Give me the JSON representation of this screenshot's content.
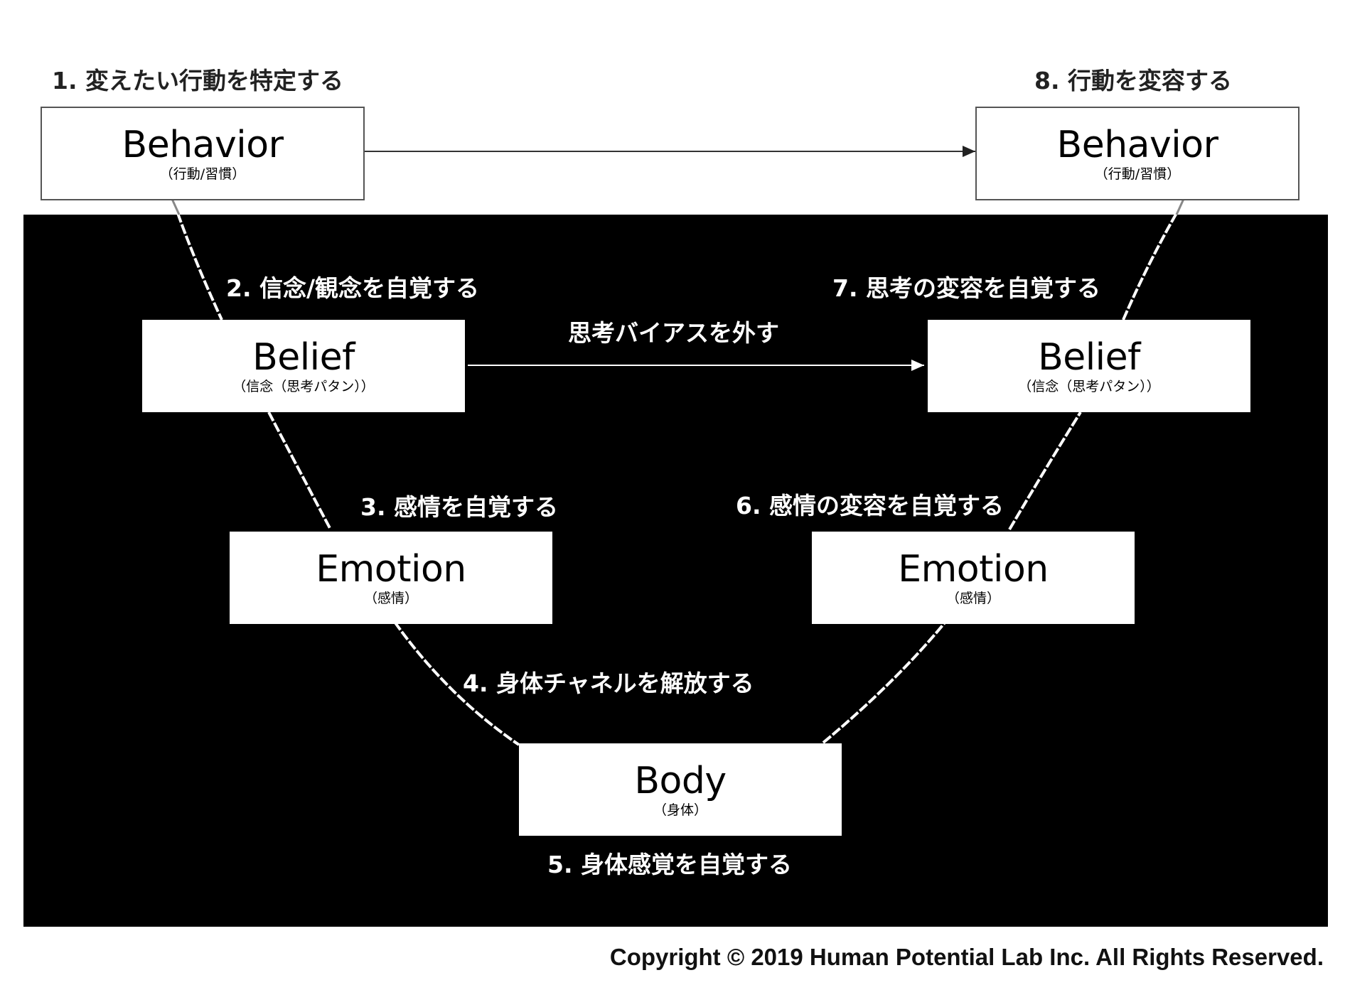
{
  "steps": {
    "s1": "1. 変えたい行動を特定する",
    "s2": "2. 信念/観念を自覚する",
    "s3": "3. 感情を自覚する",
    "s4": "4. 身体チャネルを解放する",
    "s5": "5. 身体感覚を自覚する",
    "s6": "6. 感情の変容を自覚する",
    "s7": "7. 思考の変容を自覚する",
    "s8": "8. 行動を変容する"
  },
  "arrow_label": "思考バイアスを外す",
  "nodes": {
    "behavior_left": {
      "title": "Behavior",
      "subtitle": "（行動/習慣）"
    },
    "belief_left": {
      "title": "Belief",
      "subtitle": "（信念（思考パタン））"
    },
    "emotion_left": {
      "title": "Emotion",
      "subtitle": "（感情）"
    },
    "body": {
      "title": "Body",
      "subtitle": "（身体）"
    },
    "emotion_right": {
      "title": "Emotion",
      "subtitle": "（感情）"
    },
    "belief_right": {
      "title": "Belief",
      "subtitle": "（信念（思考パタン））"
    },
    "behavior_right": {
      "title": "Behavior",
      "subtitle": "（行動/習慣）"
    }
  },
  "copyright": "Copyright © 2019 Human Potential Lab Inc. All Rights Reserved.",
  "colors": {
    "panel": "#000000",
    "box": "#ffffff",
    "curve": "#ffffff"
  }
}
